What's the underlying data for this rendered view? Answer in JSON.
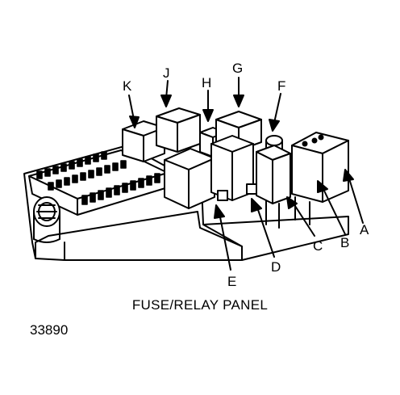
{
  "callouts": {
    "k": "K",
    "j": "J",
    "h": "H",
    "g": "G",
    "f": "F",
    "e": "E",
    "d": "D",
    "c": "C",
    "b": "B",
    "a": "A"
  },
  "caption": "FUSE/RELAY PANEL",
  "figure_number": "33890"
}
